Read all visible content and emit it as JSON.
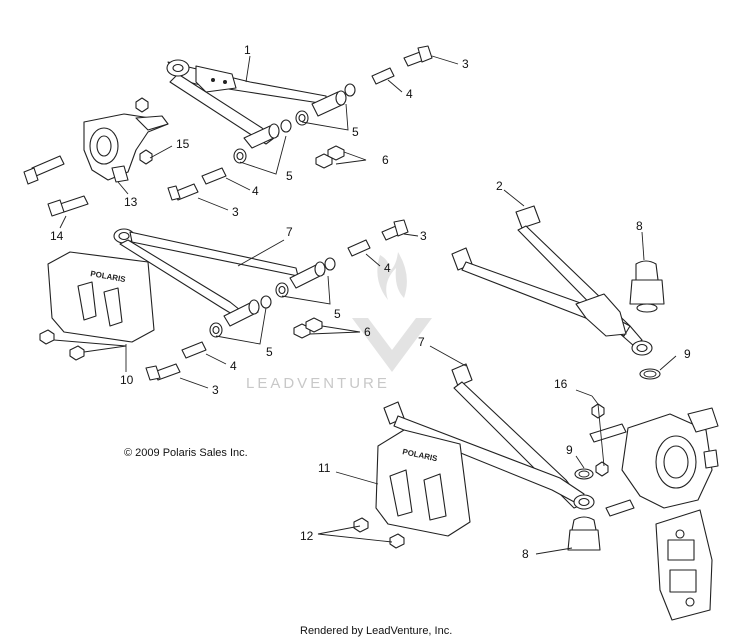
{
  "diagram": {
    "copyright": "© 2009 Polaris Sales Inc.",
    "footer": "Rendered by LeadVenture, Inc.",
    "watermark": "LEADVENTURE",
    "guard_brand": "POLARIS",
    "callouts": {
      "c1": "1",
      "c2": "2",
      "c3a": "3",
      "c3b": "3",
      "c3c": "3",
      "c3d": "3",
      "c4a": "4",
      "c4b": "4",
      "c4c": "4",
      "c4d": "4",
      "c5a": "5",
      "c5b": "5",
      "c5c": "5",
      "c5d": "5",
      "c6a": "6",
      "c6b": "6",
      "c7a": "7",
      "c7b": "7",
      "c8a": "8",
      "c8b": "8",
      "c9a": "9",
      "c9b": "9",
      "c10": "10",
      "c11": "11",
      "c12": "12",
      "c13": "13",
      "c14": "14",
      "c15": "15",
      "c16": "16"
    }
  }
}
